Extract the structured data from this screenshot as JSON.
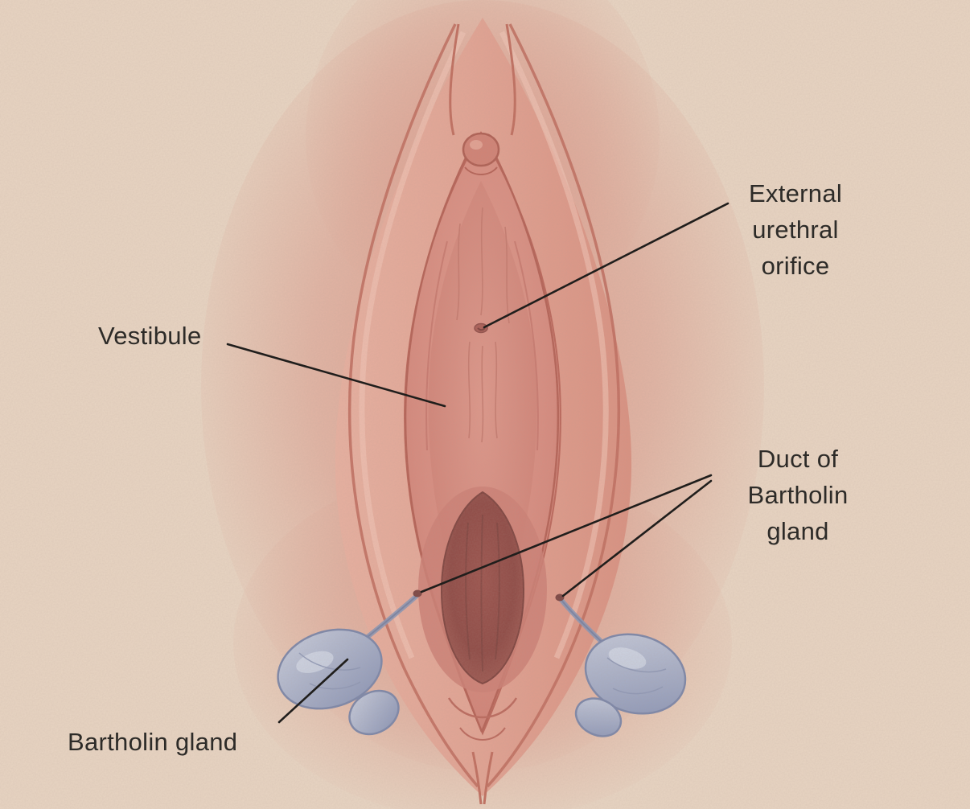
{
  "figure": {
    "type": "anatomical-diagram",
    "subject": "Vestibule and Bartholin glands of the vulva",
    "colors": {
      "background": "#e8d4c2",
      "skin_glow": "#dc9a8b",
      "labia_outer": "#e2a494",
      "labia_inner": "#d68a7e",
      "vestibule": "#d4877e",
      "vaginal_opening": "#8f4b46",
      "gland": "#aab1c8",
      "gland_outline": "#7d87a8",
      "leader_line": "#201e1c",
      "label_text": "#2d2b28"
    },
    "labels": {
      "external_urethral_orifice": {
        "text": "External urethral orifice"
      },
      "vestibule": {
        "text": "Vestibule"
      },
      "duct_of_bartholin_gland": {
        "text": "Duct of Bartholin gland"
      },
      "bartholin_gland": {
        "text": "Bartholin gland"
      }
    }
  }
}
